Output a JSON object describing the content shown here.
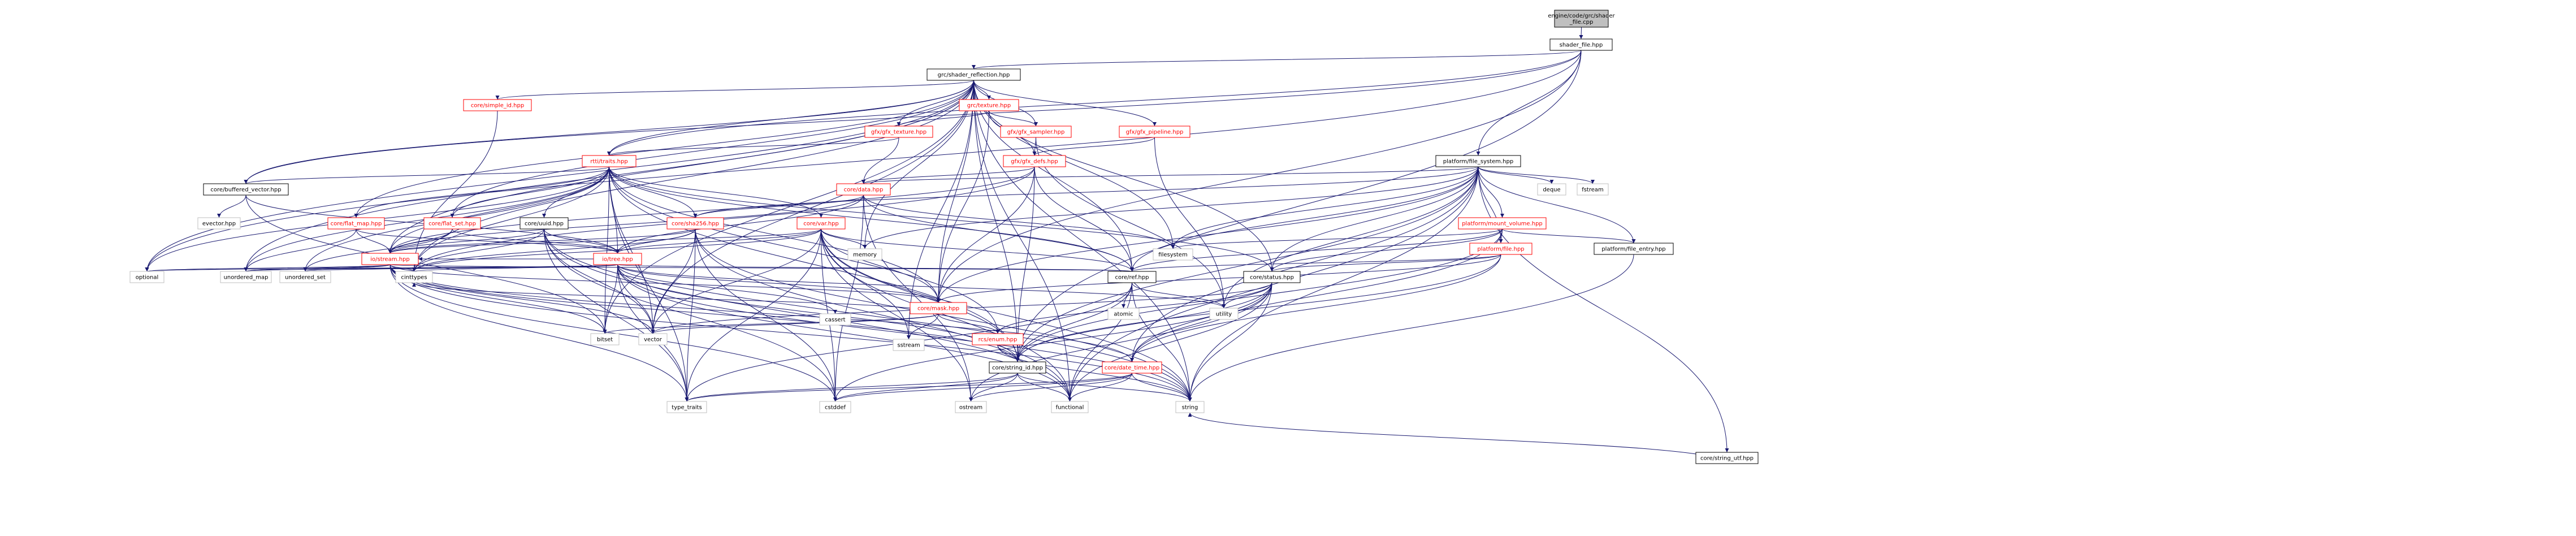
{
  "colors": {
    "background": "#ffffff",
    "edge": "#191970",
    "node_fill": "#ffffff",
    "node_border_default": "#000000",
    "node_border_incomplete": "#ff0000",
    "node_border_system": "#bfbfbf",
    "root_fill": "#bfbfbf",
    "text": "#000000",
    "text_incomplete": "#ff0000"
  },
  "nodes": [
    {
      "id": "root",
      "lines": [
        "engine/code/grc/shader",
        "_file.cpp"
      ],
      "kind": "root"
    },
    {
      "id": "shader_file",
      "lines": [
        "shader_file.hpp"
      ],
      "kind": "header"
    },
    {
      "id": "shader_reflection",
      "lines": [
        "grc/shader_reflection.hpp"
      ],
      "kind": "header"
    },
    {
      "id": "fs",
      "lines": [
        "platform/file_system.hpp"
      ],
      "kind": "header"
    },
    {
      "id": "simple_id",
      "lines": [
        "core/simple_id.hpp"
      ],
      "kind": "incomplete"
    },
    {
      "id": "texture",
      "lines": [
        "grc/texture.hpp"
      ],
      "kind": "incomplete"
    },
    {
      "id": "gfx_texture",
      "lines": [
        "gfx/gfx_texture.hpp"
      ],
      "kind": "incomplete"
    },
    {
      "id": "gfx_sampler",
      "lines": [
        "gfx/gfx_sampler.hpp"
      ],
      "kind": "incomplete"
    },
    {
      "id": "gfx_pipeline",
      "lines": [
        "gfx/gfx_pipeline.hpp"
      ],
      "kind": "incomplete"
    },
    {
      "id": "gfx_defs",
      "lines": [
        "gfx/gfx_defs.hpp"
      ],
      "kind": "incomplete"
    },
    {
      "id": "rtti_traits",
      "lines": [
        "rtti/traits.hpp"
      ],
      "kind": "incomplete"
    },
    {
      "id": "core_data",
      "lines": [
        "core/data.hpp"
      ],
      "kind": "incomplete"
    },
    {
      "id": "buffered_vector",
      "lines": [
        "core/buffered_vector.hpp"
      ],
      "kind": "header"
    },
    {
      "id": "flat_map",
      "lines": [
        "core/flat_map.hpp"
      ],
      "kind": "incomplete"
    },
    {
      "id": "flat_set",
      "lines": [
        "core/flat_set.hpp"
      ],
      "kind": "incomplete"
    },
    {
      "id": "uuid",
      "lines": [
        "core/uuid.hpp"
      ],
      "kind": "header"
    },
    {
      "id": "sha256",
      "lines": [
        "core/sha256.hpp"
      ],
      "kind": "incomplete"
    },
    {
      "id": "var",
      "lines": [
        "core/var.hpp"
      ],
      "kind": "incomplete"
    },
    {
      "id": "mount_volume",
      "lines": [
        "platform/mount_volume.hpp"
      ],
      "kind": "incomplete"
    },
    {
      "id": "platform_file",
      "lines": [
        "platform/file.hpp"
      ],
      "kind": "incomplete"
    },
    {
      "id": "file_entry",
      "lines": [
        "platform/file_entry.hpp"
      ],
      "kind": "header"
    },
    {
      "id": "string_utf",
      "lines": [
        "core/string_utf.hpp"
      ],
      "kind": "header"
    },
    {
      "id": "io_stream",
      "lines": [
        "io/stream.hpp"
      ],
      "kind": "incomplete"
    },
    {
      "id": "io_tree",
      "lines": [
        "io/tree.hpp"
      ],
      "kind": "incomplete"
    },
    {
      "id": "core_ref",
      "lines": [
        "core/ref.hpp"
      ],
      "kind": "header"
    },
    {
      "id": "core_mask",
      "lines": [
        "core/mask.hpp"
      ],
      "kind": "incomplete"
    },
    {
      "id": "core_status",
      "lines": [
        "core/status.hpp"
      ],
      "kind": "header"
    },
    {
      "id": "ecs_enum",
      "lines": [
        "rcs/enum.hpp"
      ],
      "kind": "incomplete"
    },
    {
      "id": "string_id",
      "lines": [
        "core/string_id.hpp"
      ],
      "kind": "header"
    },
    {
      "id": "date_time",
      "lines": [
        "core/date_time.hpp"
      ],
      "kind": "incomplete"
    },
    {
      "id": "sys_optional",
      "lines": [
        "optional"
      ],
      "kind": "system"
    },
    {
      "id": "sys_unordered_map",
      "lines": [
        "unordered_map"
      ],
      "kind": "system"
    },
    {
      "id": "sys_unordered_set",
      "lines": [
        "unordered_set"
      ],
      "kind": "system"
    },
    {
      "id": "sys_cinttypes",
      "lines": [
        "cinttypes"
      ],
      "kind": "system"
    },
    {
      "id": "sys_bitset",
      "lines": [
        "bitset"
      ],
      "kind": "system"
    },
    {
      "id": "sys_vector",
      "lines": [
        "vector"
      ],
      "kind": "system"
    },
    {
      "id": "sys_cassert",
      "lines": [
        "cassert"
      ],
      "kind": "system"
    },
    {
      "id": "sys_sstream",
      "lines": [
        "sstream"
      ],
      "kind": "system"
    },
    {
      "id": "sys_atomic",
      "lines": [
        "atomic"
      ],
      "kind": "system"
    },
    {
      "id": "sys_utility",
      "lines": [
        "utility"
      ],
      "kind": "system"
    },
    {
      "id": "sys_memory",
      "lines": [
        "memory"
      ],
      "kind": "system"
    },
    {
      "id": "sys_filesystem",
      "lines": [
        "filesystem"
      ],
      "kind": "system"
    },
    {
      "id": "sys_deque",
      "lines": [
        "deque"
      ],
      "kind": "system"
    },
    {
      "id": "sys_fstream",
      "lines": [
        "fstream"
      ],
      "kind": "system"
    },
    {
      "id": "sys_evector",
      "lines": [
        "evector.hpp"
      ],
      "kind": "system"
    },
    {
      "id": "sys_type_traits",
      "lines": [
        "type_traits"
      ],
      "kind": "system"
    },
    {
      "id": "sys_cstddef",
      "lines": [
        "cstddef"
      ],
      "kind": "system"
    },
    {
      "id": "sys_ostream",
      "lines": [
        "ostream"
      ],
      "kind": "system"
    },
    {
      "id": "sys_functional",
      "lines": [
        "functional"
      ],
      "kind": "system"
    },
    {
      "id": "sys_string",
      "lines": [
        "string"
      ],
      "kind": "system"
    }
  ],
  "edges": [
    [
      "root",
      "shader_file"
    ],
    [
      "shader_file",
      "shader_reflection"
    ],
    [
      "shader_file",
      "fs"
    ],
    [
      "shader_file",
      "sys_optional"
    ],
    [
      "shader_file",
      "core_mask"
    ],
    [
      "shader_file",
      "string_id"
    ],
    [
      "shader_file",
      "rtti_traits"
    ],
    [
      "shader_file",
      "buffered_vector"
    ],
    [
      "shader_reflection",
      "simple_id"
    ],
    [
      "shader_reflection",
      "texture"
    ],
    [
      "shader_reflection",
      "gfx_texture"
    ],
    [
      "shader_reflection",
      "gfx_sampler"
    ],
    [
      "shader_reflection",
      "gfx_pipeline"
    ],
    [
      "shader_reflection",
      "rtti_traits"
    ],
    [
      "shader_reflection",
      "buffered_vector"
    ],
    [
      "shader_reflection",
      "flat_map"
    ],
    [
      "shader_reflection",
      "flat_set"
    ],
    [
      "shader_reflection",
      "core_ref"
    ],
    [
      "shader_reflection",
      "core_mask"
    ],
    [
      "shader_reflection",
      "sys_memory"
    ],
    [
      "shader_reflection",
      "sys_filesystem"
    ],
    [
      "shader_reflection",
      "sys_functional"
    ],
    [
      "shader_reflection",
      "sys_string"
    ],
    [
      "shader_reflection",
      "sys_optional"
    ],
    [
      "shader_reflection",
      "sys_vector"
    ],
    [
      "shader_reflection",
      "sys_unordered_map"
    ],
    [
      "shader_reflection",
      "sys_cinttypes"
    ],
    [
      "shader_reflection",
      "string_id"
    ],
    [
      "shader_reflection",
      "sys_sstream"
    ],
    [
      "shader_reflection",
      "io_stream"
    ],
    [
      "shader_reflection",
      "core_status"
    ],
    [
      "shader_reflection",
      "sys_bitset"
    ],
    [
      "simple_id",
      "sys_cinttypes"
    ],
    [
      "texture",
      "gfx_texture"
    ],
    [
      "texture",
      "gfx_sampler"
    ],
    [
      "texture",
      "gfx_defs"
    ],
    [
      "texture",
      "core_mask"
    ],
    [
      "gfx_texture",
      "core_data"
    ],
    [
      "gfx_texture",
      "rtti_traits"
    ],
    [
      "gfx_sampler",
      "gfx_defs"
    ],
    [
      "gfx_sampler",
      "sys_utility"
    ],
    [
      "gfx_pipeline",
      "gfx_defs"
    ],
    [
      "gfx_pipeline",
      "sys_utility"
    ],
    [
      "gfx_defs",
      "core_data"
    ],
    [
      "gfx_defs",
      "core_ref"
    ],
    [
      "gfx_defs",
      "core_mask"
    ],
    [
      "gfx_defs",
      "string_id"
    ],
    [
      "gfx_defs",
      "io_stream"
    ],
    [
      "gfx_defs",
      "sys_cinttypes"
    ],
    [
      "rtti_traits",
      "buffered_vector"
    ],
    [
      "rtti_traits",
      "flat_map"
    ],
    [
      "rtti_traits",
      "flat_set"
    ],
    [
      "rtti_traits",
      "uuid"
    ],
    [
      "rtti_traits",
      "sha256"
    ],
    [
      "rtti_traits",
      "var"
    ],
    [
      "rtti_traits",
      "core_ref"
    ],
    [
      "rtti_traits",
      "core_mask"
    ],
    [
      "rtti_traits",
      "io_stream"
    ],
    [
      "rtti_traits",
      "io_tree"
    ],
    [
      "rtti_traits",
      "sys_optional"
    ],
    [
      "rtti_traits",
      "sys_unordered_map"
    ],
    [
      "rtti_traits",
      "sys_unordered_set"
    ],
    [
      "rtti_traits",
      "sys_vector"
    ],
    [
      "rtti_traits",
      "sys_bitset"
    ],
    [
      "rtti_traits",
      "string_id"
    ],
    [
      "rtti_traits",
      "ecs_enum"
    ],
    [
      "rtti_traits",
      "core_status"
    ],
    [
      "rtti_traits",
      "sys_type_traits"
    ],
    [
      "rtti_traits",
      "sys_cinttypes"
    ],
    [
      "core_data",
      "sha256"
    ],
    [
      "core_data",
      "io_stream"
    ],
    [
      "core_data",
      "io_tree"
    ],
    [
      "core_data",
      "core_ref"
    ],
    [
      "core_data",
      "sys_cstddef"
    ],
    [
      "core_data",
      "sys_filesystem"
    ],
    [
      "core_data",
      "sys_ostream"
    ],
    [
      "buffered_vector",
      "sys_evector"
    ],
    [
      "buffered_vector",
      "sys_bitset"
    ],
    [
      "buffered_vector",
      "io_tree"
    ],
    [
      "flat_map",
      "io_stream"
    ],
    [
      "flat_map",
      "io_tree"
    ],
    [
      "flat_map",
      "sys_unordered_map"
    ],
    [
      "flat_set",
      "io_stream"
    ],
    [
      "flat_set",
      "io_tree"
    ],
    [
      "flat_set",
      "sys_unordered_set"
    ],
    [
      "uuid",
      "io_stream"
    ],
    [
      "uuid",
      "io_tree"
    ],
    [
      "uuid",
      "sys_cinttypes"
    ],
    [
      "uuid",
      "sys_type_traits"
    ],
    [
      "uuid",
      "sys_functional"
    ],
    [
      "uuid",
      "sys_string"
    ],
    [
      "uuid",
      "sys_vector"
    ],
    [
      "uuid",
      "sys_cstddef"
    ],
    [
      "sha256",
      "io_stream"
    ],
    [
      "sha256",
      "io_tree"
    ],
    [
      "sha256",
      "sys_cinttypes"
    ],
    [
      "sha256",
      "sys_type_traits"
    ],
    [
      "sha256",
      "sys_functional"
    ],
    [
      "sha256",
      "sys_string"
    ],
    [
      "sha256",
      "sys_cstddef"
    ],
    [
      "sha256",
      "sys_vector"
    ],
    [
      "var",
      "io_stream"
    ],
    [
      "var",
      "io_tree"
    ],
    [
      "var",
      "core_ref"
    ],
    [
      "var",
      "core_mask"
    ],
    [
      "var",
      "sys_memory"
    ],
    [
      "var",
      "sys_vector"
    ],
    [
      "var",
      "sys_cinttypes"
    ],
    [
      "var",
      "sys_type_traits"
    ],
    [
      "var",
      "sys_functional"
    ],
    [
      "var",
      "sys_string"
    ],
    [
      "var",
      "sys_sstream"
    ],
    [
      "var",
      "string_id"
    ],
    [
      "var",
      "sys_cstddef"
    ],
    [
      "var",
      "sys_ostream"
    ],
    [
      "io_stream",
      "sys_optional"
    ],
    [
      "io_stream",
      "sys_unordered_map"
    ],
    [
      "io_stream",
      "sys_unordered_set"
    ],
    [
      "io_stream",
      "sys_cinttypes"
    ],
    [
      "io_stream",
      "sys_bitset"
    ],
    [
      "io_stream",
      "sys_vector"
    ],
    [
      "io_stream",
      "core_ref"
    ],
    [
      "io_stream",
      "core_mask"
    ],
    [
      "io_stream",
      "string_id"
    ],
    [
      "io_stream",
      "date_time"
    ],
    [
      "io_stream",
      "sys_type_traits"
    ],
    [
      "io_stream",
      "sys_cstddef"
    ],
    [
      "io_stream",
      "sys_string"
    ],
    [
      "io_tree",
      "sys_cinttypes"
    ],
    [
      "io_tree",
      "sys_unordered_map"
    ],
    [
      "io_tree",
      "sys_unordered_set"
    ],
    [
      "io_tree",
      "sys_vector"
    ],
    [
      "io_tree",
      "sys_bitset"
    ],
    [
      "io_tree",
      "sys_optional"
    ],
    [
      "io_tree",
      "core_ref"
    ],
    [
      "io_tree",
      "core_mask"
    ],
    [
      "io_tree",
      "sys_cassert"
    ],
    [
      "io_tree",
      "sys_utility"
    ],
    [
      "io_tree",
      "string_id"
    ],
    [
      "io_tree",
      "sys_type_traits"
    ],
    [
      "io_tree",
      "sys_functional"
    ],
    [
      "io_tree",
      "sys_string"
    ],
    [
      "io_tree",
      "io_stream"
    ],
    [
      "fs",
      "core_data"
    ],
    [
      "fs",
      "sha256"
    ],
    [
      "fs",
      "mount_volume"
    ],
    [
      "fs",
      "platform_file"
    ],
    [
      "fs",
      "file_entry"
    ],
    [
      "fs",
      "string_utf"
    ],
    [
      "fs",
      "core_ref"
    ],
    [
      "fs",
      "core_status"
    ],
    [
      "fs",
      "core_mask"
    ],
    [
      "fs",
      "sys_memory"
    ],
    [
      "fs",
      "sys_filesystem"
    ],
    [
      "fs",
      "sys_deque"
    ],
    [
      "fs",
      "sys_fstream"
    ],
    [
      "fs",
      "sys_utility"
    ],
    [
      "fs",
      "sys_functional"
    ],
    [
      "fs",
      "sys_string"
    ],
    [
      "fs",
      "string_id"
    ],
    [
      "fs",
      "date_time"
    ],
    [
      "mount_volume",
      "platform_file"
    ],
    [
      "mount_volume",
      "file_entry"
    ],
    [
      "mount_volume",
      "sys_filesystem"
    ],
    [
      "mount_volume",
      "core_status"
    ],
    [
      "mount_volume",
      "core_ref"
    ],
    [
      "mount_volume",
      "string_id"
    ],
    [
      "mount_volume",
      "date_time"
    ],
    [
      "platform_file",
      "core_status"
    ],
    [
      "platform_file",
      "core_ref"
    ],
    [
      "platform_file",
      "core_mask"
    ],
    [
      "platform_file",
      "string_id"
    ],
    [
      "platform_file",
      "date_time"
    ],
    [
      "file_entry",
      "sys_string"
    ],
    [
      "string_utf",
      "sys_string"
    ],
    [
      "core_ref",
      "sys_atomic"
    ],
    [
      "core_ref",
      "sys_utility"
    ],
    [
      "core_ref",
      "sys_type_traits"
    ],
    [
      "core_ref",
      "sys_functional"
    ],
    [
      "core_ref",
      "sys_string"
    ],
    [
      "core_ref",
      "string_id"
    ],
    [
      "core_mask",
      "sys_bitset"
    ],
    [
      "core_mask",
      "sys_vector"
    ],
    [
      "core_mask",
      "sys_sstream"
    ],
    [
      "core_mask",
      "ecs_enum"
    ],
    [
      "core_mask",
      "sys_cinttypes"
    ],
    [
      "core_status",
      "ecs_enum"
    ],
    [
      "core_status",
      "string_id"
    ],
    [
      "core_status",
      "date_time"
    ],
    [
      "core_status",
      "sys_utility"
    ],
    [
      "core_status",
      "sys_string"
    ],
    [
      "core_status",
      "sys_functional"
    ],
    [
      "core_status",
      "sys_ostream"
    ],
    [
      "core_status",
      "sys_cstddef"
    ],
    [
      "core_status",
      "sys_vector"
    ],
    [
      "ecs_enum",
      "string_id"
    ],
    [
      "ecs_enum",
      "sys_string"
    ],
    [
      "string_id",
      "sys_cstddef"
    ],
    [
      "string_id",
      "sys_functional"
    ],
    [
      "string_id",
      "sys_ostream"
    ],
    [
      "string_id",
      "sys_string"
    ],
    [
      "string_id",
      "sys_type_traits"
    ],
    [
      "date_time",
      "sys_cstddef"
    ],
    [
      "date_time",
      "sys_functional"
    ],
    [
      "date_time",
      "sys_ostream"
    ],
    [
      "date_time",
      "sys_string"
    ],
    [
      "date_time",
      "sys_type_traits"
    ]
  ]
}
